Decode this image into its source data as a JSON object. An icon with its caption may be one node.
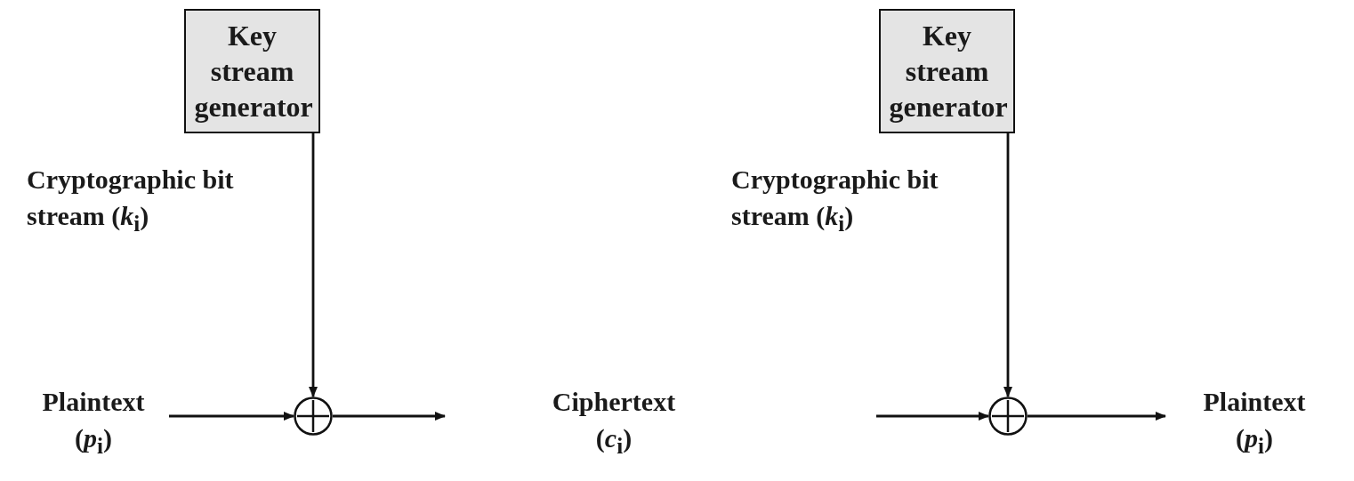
{
  "diagram": {
    "nodes": [
      {
        "text": [
          "Key stream generator"
        ]
      },
      {
        "text": [],
        "shape": "circle"
      },
      {
        "text": [
          "Plaintext",
          "(*p*$_{i}$)"
        ]
      },
      {
        "text": [
          "Key stream generator"
        ]
      },
      {
        "text": [],
        "shape": "circle"
      },
      {
        "text": [
          "Plaintext",
          "(*p*$_{i}$)"
        ]
      }
    ],
    "edges": [
      {
        "from": 0,
        "to": 1,
        "arrow": "to",
        "label": "Cryptographic bit stream (*k*$_{i}$)"
      },
      {
        "from": 2,
        "to": 1,
        "arrow": "to"
      },
      {
        "from": 1,
        "to": null,
        "arrow": "to"
      },
      {
        "from": 3,
        "to": 4,
        "arrow": "to",
        "label": "Cryptographic bit stream (*k*$_{i}$)"
      },
      {
        "from": null,
        "to": 4,
        "arrow": "to"
      },
      {
        "from": 4,
        "to": 5,
        "arrow": "to"
      }
    ],
    "labels": [
      "Ciphertext",
      "(*c*$_{i}$)"
    ]
  }
}
